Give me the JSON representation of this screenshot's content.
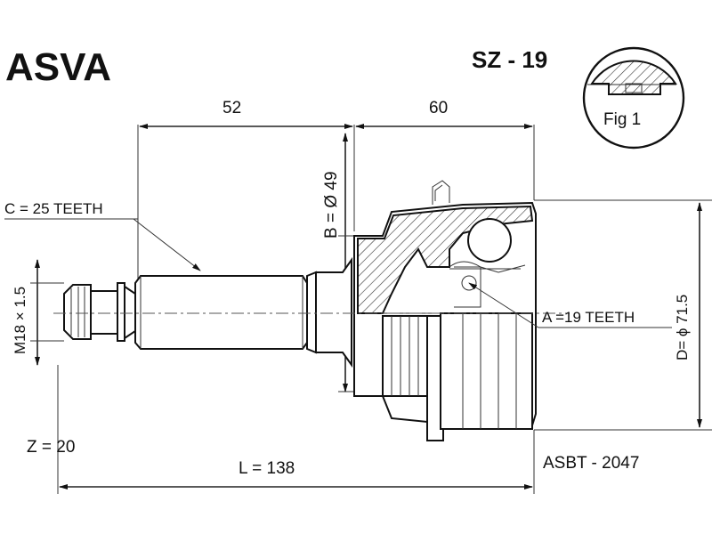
{
  "header": {
    "brand": "ASVA",
    "part_code": "SZ - 19"
  },
  "figure": {
    "fig_label": "Fig 1"
  },
  "dimensions": {
    "top_left": "52",
    "top_right": "60",
    "bore": "B = Ø 49",
    "outer_teeth": "C = 25 TEETH",
    "thread": "M18 × 1.5",
    "inner_teeth": "A =19 TEETH",
    "outer_diameter": "D= ϕ 71.5",
    "length": "L = 138"
  },
  "footer": {
    "z_count": "Z = 20",
    "cross_ref": "ASBT - 2047"
  }
}
